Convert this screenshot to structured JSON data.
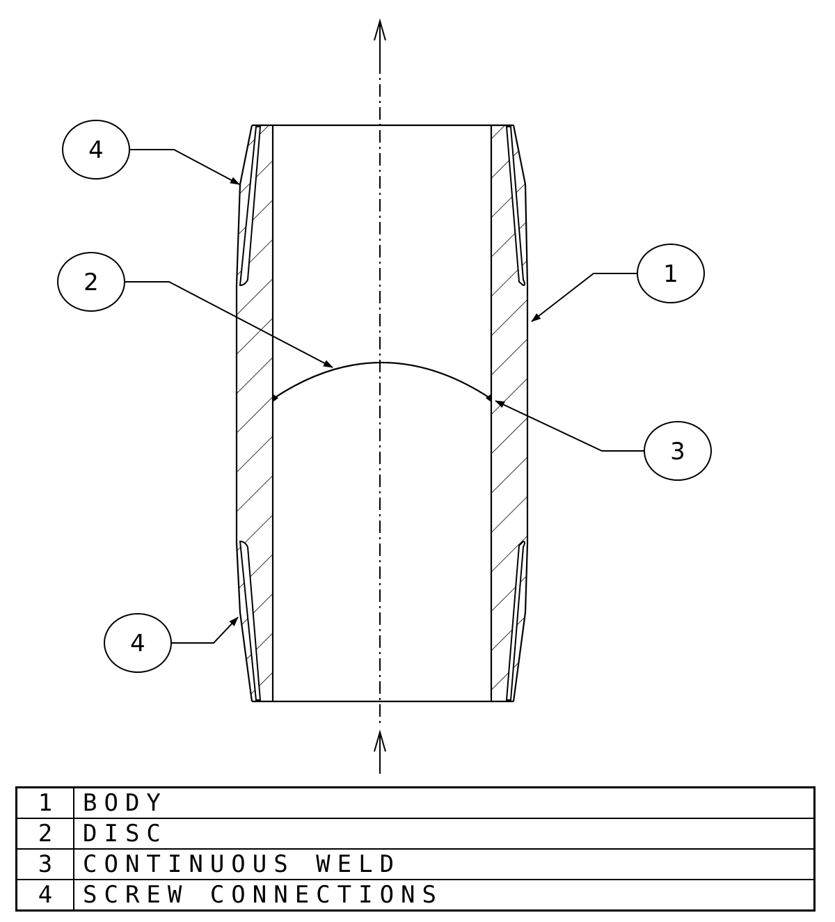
{
  "bubbles": [
    {
      "id": "body",
      "number": "1"
    },
    {
      "id": "disc",
      "number": "2"
    },
    {
      "id": "weld",
      "number": "3"
    },
    {
      "id": "screw_top",
      "number": "4"
    },
    {
      "id": "screw_bottom",
      "number": "4"
    }
  ],
  "parts_table": {
    "rows": [
      {
        "number": "1",
        "description": "BODY"
      },
      {
        "number": "2",
        "description": "DISC"
      },
      {
        "number": "3",
        "description": "CONTINUOUS WELD"
      },
      {
        "number": "4",
        "description": "SCREW CONNECTIONS"
      }
    ]
  }
}
